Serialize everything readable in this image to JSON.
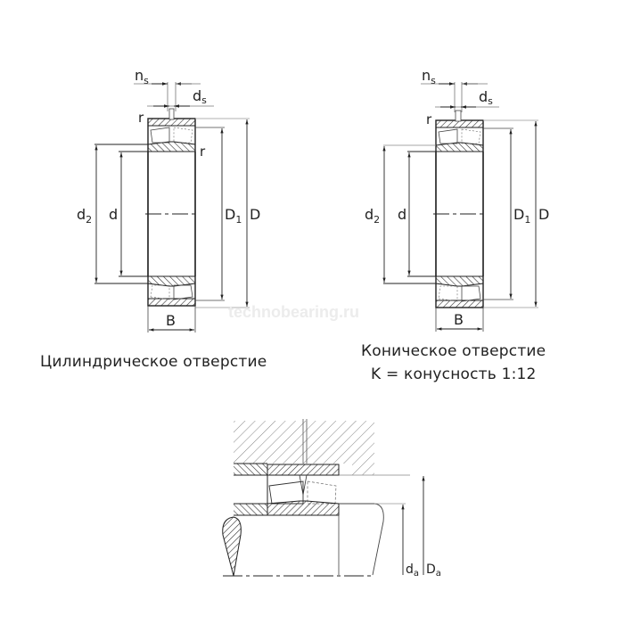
{
  "diagram": {
    "watermark": "technobearing.ru",
    "left": {
      "caption": "Цилиндрическое отверстие",
      "labels": {
        "ns": "n",
        "ns_sub": "s",
        "ds": "d",
        "ds_sub": "s",
        "r_top": "r",
        "r_side": "r",
        "d2": "d",
        "d2_sub": "2",
        "d": "d",
        "D1": "D",
        "D1_sub": "1",
        "D": "D",
        "B": "B"
      }
    },
    "right": {
      "caption_line1": "Коническое отверстие",
      "caption_line2": "K = конусность 1:12",
      "labels": {
        "ns": "n",
        "ns_sub": "s",
        "ds": "d",
        "ds_sub": "s",
        "r_top": "r",
        "d2": "d",
        "d2_sub": "2",
        "d": "d",
        "D1": "D",
        "D1_sub": "1",
        "D": "D",
        "B": "B"
      }
    },
    "bottom": {
      "labels": {
        "da": "d",
        "da_sub": "a",
        "Da": "D",
        "Da_sub": "a"
      }
    },
    "colors": {
      "line": "#222222",
      "hatch": "#333333",
      "dim": "#555555",
      "light": "#999999"
    }
  }
}
